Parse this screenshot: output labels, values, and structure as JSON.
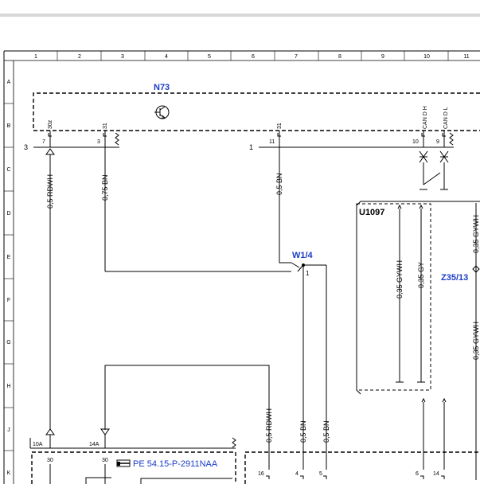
{
  "grid": {
    "columns": [
      "1",
      "2",
      "3",
      "4",
      "5",
      "6",
      "7",
      "8",
      "9",
      "10",
      "11"
    ],
    "rows": [
      "A",
      "B",
      "C",
      "D",
      "E",
      "F",
      "G",
      "H",
      "J",
      "K"
    ]
  },
  "components": {
    "n73": "N73",
    "w14": "W1/4",
    "u1097": "U1097",
    "z3513": "Z35/13"
  },
  "pins": {
    "p30z": "30z",
    "p31a": "31",
    "p31b": "31",
    "can_h": "CAN D H",
    "can_l": "CAN D L",
    "n7": "7",
    "n3": "3",
    "n11": "11",
    "n10": "10",
    "n9": "9",
    "left_3": "3",
    "left_1": "1",
    "w_1": "1",
    "f10a": "10A",
    "f14a": "14A",
    "t30a": "30",
    "t30b": "30",
    "b16": "16",
    "b4": "4",
    "b5": "5",
    "b6": "6",
    "b14": "14"
  },
  "wires": {
    "w1": "0,5 RDWH",
    "w2": "0,75 BN",
    "w3": "0,5 BN",
    "w4": "0,35 GYWH",
    "w5": "0,35 GY",
    "w6": "0,35 GYWH",
    "w7": "0,35 GYWH",
    "w8": "0,5 RDWH",
    "w9": "0,5 BN",
    "w10": "0,5 BN"
  },
  "reference": {
    "icon": "pointing-hand-icon",
    "text": "PE 54.15-P-2911NAA"
  }
}
